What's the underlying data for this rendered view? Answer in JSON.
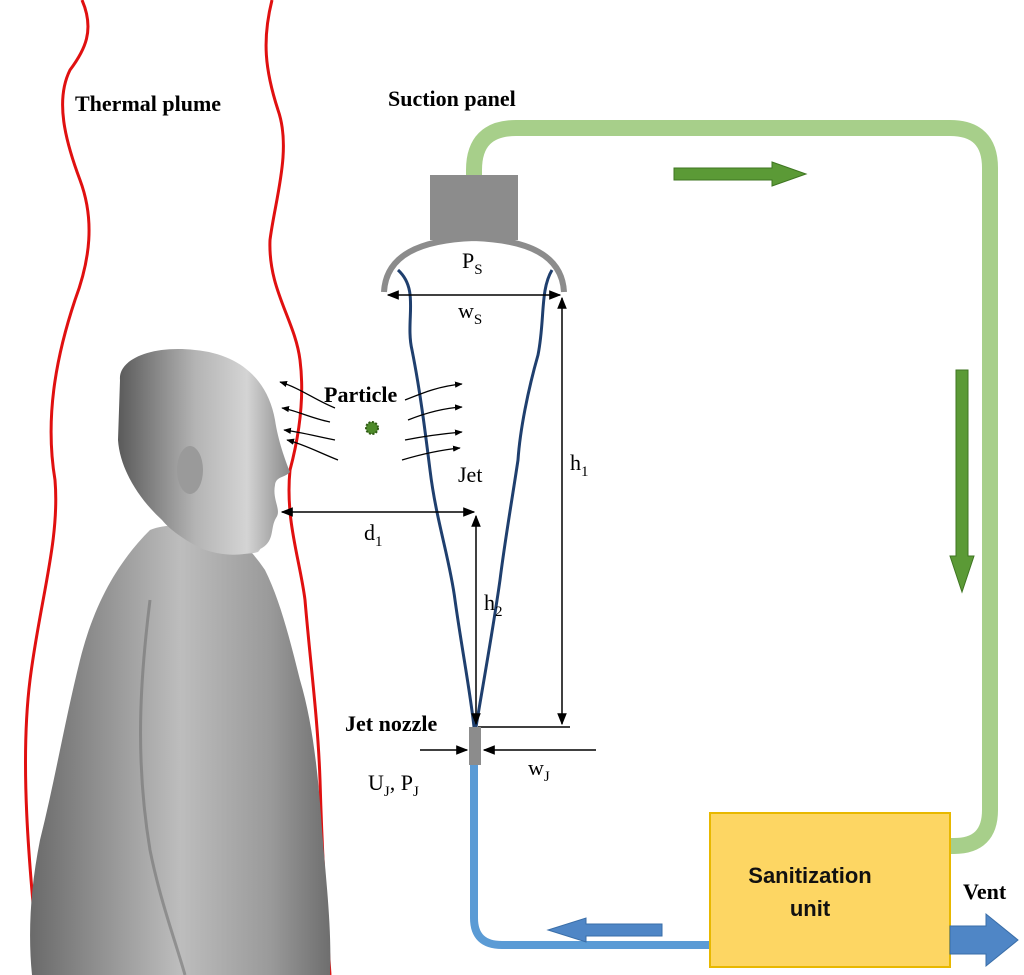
{
  "labels": {
    "thermal_plume": "Thermal plume",
    "suction_panel": "Suction panel",
    "particle": "Particle",
    "jet": "Jet",
    "jet_nozzle": "Jet nozzle",
    "vent": "Vent",
    "sanitization_line1": "Sanitization",
    "sanitization_line2": "unit"
  },
  "symbols": {
    "ps": {
      "base": "P",
      "sub": "S"
    },
    "ws": {
      "base": "w",
      "sub": "S"
    },
    "h1": {
      "base": "h",
      "sub": "1"
    },
    "h2": {
      "base": "h",
      "sub": "2"
    },
    "d1": {
      "base": "d",
      "sub": "1"
    },
    "wj": {
      "base": "w",
      "sub": "J"
    },
    "uj": {
      "base": "U",
      "sub": "J"
    },
    "sep": ", ",
    "pj": {
      "base": "P",
      "sub": "J"
    }
  },
  "colors": {
    "plume": "#e01010",
    "jet": "#1f3f6e",
    "return_duct": "#a7cf8a",
    "supply_duct": "#5b9bd5",
    "arrow_green": "#5b9a36",
    "arrow_blue": "#4f86c6",
    "unit_fill": "#fdd663",
    "unit_border": "#e8b800",
    "panel_gray": "#8c8c8c"
  }
}
